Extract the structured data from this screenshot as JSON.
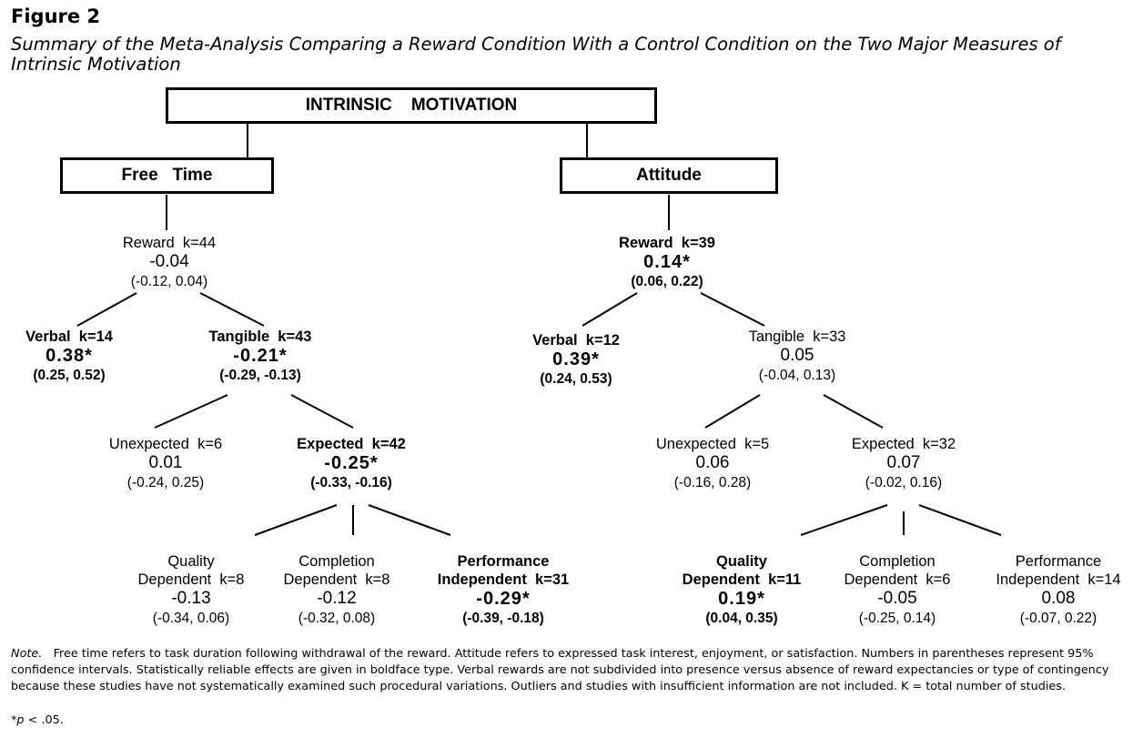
{
  "figure": {
    "label": "Figure 2",
    "title": "Summary of the Meta-Analysis Comparing a Reward Condition With a Control Condition on the Two Major Measures of Intrinsic Motivation"
  },
  "boxes": {
    "root": "INTRINSIC    MOTIVATION",
    "free_time": "Free   Time",
    "attitude": "Attitude"
  },
  "nodes": {
    "ft_reward": {
      "label": "Reward  k=44",
      "effect": "-0.04",
      "ci": "(-0.12, 0.04)",
      "significant": false
    },
    "ft_verbal": {
      "label": "Verbal  k=14",
      "effect": "0.38*",
      "ci": "(0.25, 0.52)",
      "significant": true
    },
    "ft_tangible": {
      "label": "Tangible  k=43",
      "effect": "-0.21*",
      "ci": "(-0.29, -0.13)",
      "significant": true
    },
    "ft_unexpected": {
      "label": "Unexpected  k=6",
      "effect": "0.01",
      "ci": "(-0.24, 0.25)",
      "significant": false
    },
    "ft_expected": {
      "label": "Expected  k=42",
      "effect": "-0.25*",
      "ci": "(-0.33, -0.16)",
      "significant": true
    },
    "ft_quality": {
      "label": "Quality\nDependent  k=8",
      "effect": "-0.13",
      "ci": "(-0.34, 0.06)",
      "significant": false
    },
    "ft_completion": {
      "label": "Completion\nDependent  k=8",
      "effect": "-0.12",
      "ci": "(-0.32, 0.08)",
      "significant": false
    },
    "ft_performance": {
      "label": "Performance\nIndependent  k=31",
      "effect": "-0.29*",
      "ci": "(-0.39, -0.18)",
      "significant": true
    },
    "at_reward": {
      "label": "Reward  k=39",
      "effect": "0.14*",
      "ci": "(0.06, 0.22)",
      "significant": true
    },
    "at_verbal": {
      "label": "Verbal  k=12",
      "effect": "0.39*",
      "ci": "(0.24, 0.53)",
      "significant": true
    },
    "at_tangible": {
      "label": "Tangible  k=33",
      "effect": "0.05",
      "ci": "(-0.04, 0.13)",
      "significant": false
    },
    "at_unexpected": {
      "label": "Unexpected  k=5",
      "effect": "0.06",
      "ci": "(-0.16, 0.28)",
      "significant": false
    },
    "at_expected": {
      "label": "Expected  k=32",
      "effect": "0.07",
      "ci": "(-0.02, 0.16)",
      "significant": false
    },
    "at_quality": {
      "label": "Quality\nDependent  k=11",
      "effect": "0.19*",
      "ci": "(0.04, 0.35)",
      "significant": true
    },
    "at_completion": {
      "label": "Completion\nDependent  k=6",
      "effect": "-0.05",
      "ci": "(-0.25, 0.14)",
      "significant": false
    },
    "at_performance": {
      "label": "Performance\nIndependent  k=14",
      "effect": "0.08",
      "ci": "(-0.07, 0.22)",
      "significant": false
    }
  },
  "note": {
    "prefix": "Note.",
    "text": "Free time refers to task duration following withdrawal of the reward. Attitude refers to expressed task interest, enjoyment, or satisfaction. Numbers in parentheses represent 95% confidence intervals. Statistically reliable effects are given in boldface type. Verbal rewards are not subdivided into presence versus absence of reward expectancies or type of contingency because these studies have not systematically examined such procedural variations. Outliers and studies with insufficient information are not included. K = total number of studies."
  },
  "footnote": {
    "marker": "*",
    "p": "p",
    "text": " < .05."
  }
}
